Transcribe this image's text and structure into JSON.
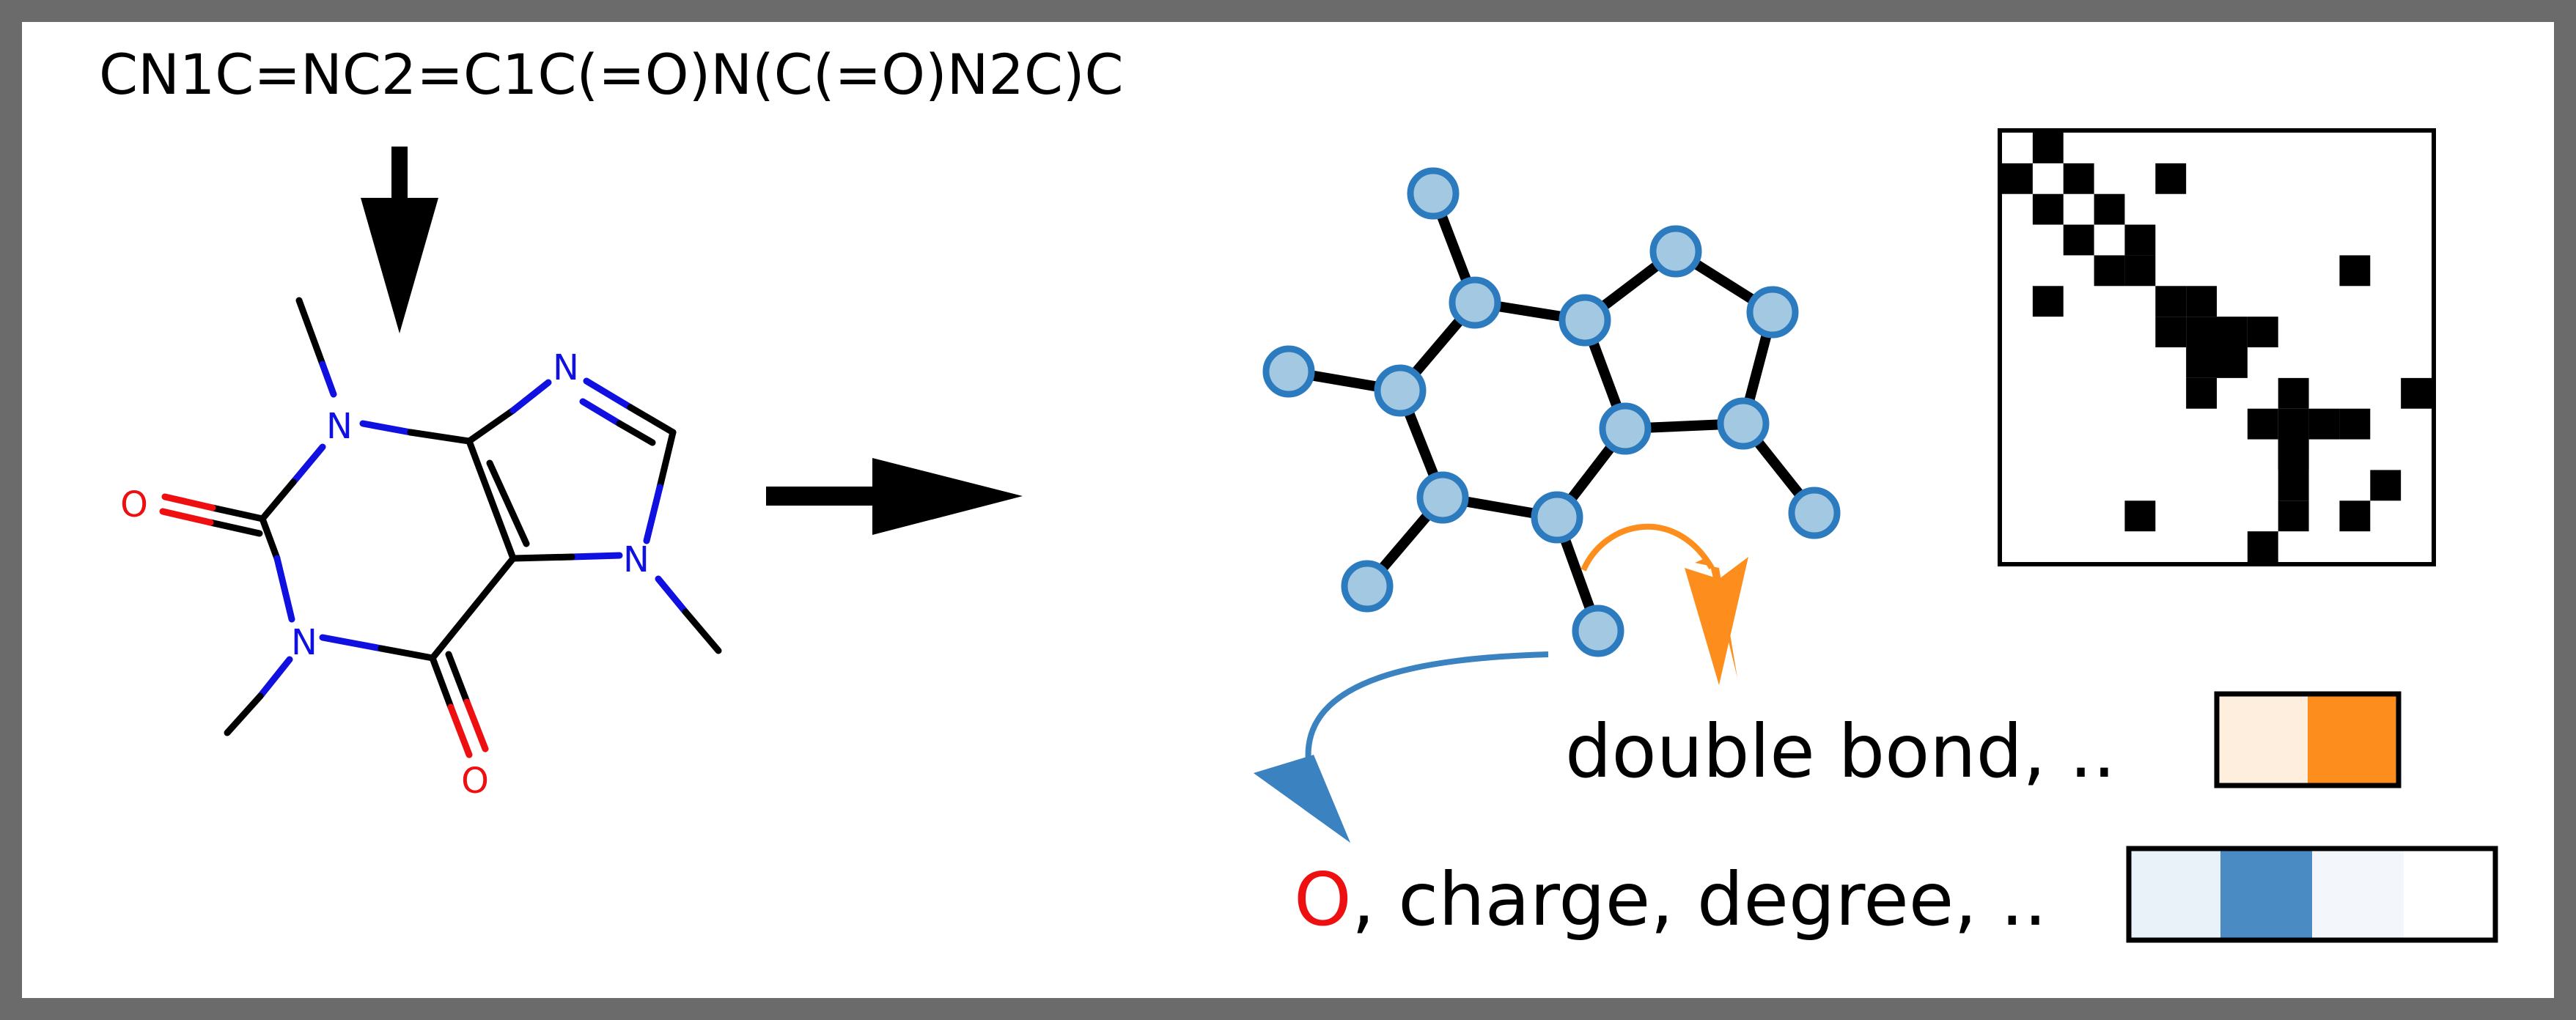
{
  "smiles": "CN1C=NC2=C1C(=O)N(C(=O)N2C)C",
  "molecule_atoms": {
    "n1": "N",
    "n2": "N",
    "n3": "N",
    "n4": "N",
    "o1": "O",
    "o2": "O"
  },
  "edge_feature": {
    "label": "double bond, ..",
    "vector_colors": [
      "#fdeedd",
      "#fd8d1c"
    ]
  },
  "node_feature": {
    "element": "O",
    "label_rest": ", charge, degree, ..",
    "vector_colors": [
      "#e9f1f9",
      "#4a8bc3",
      "#f3f7fc",
      "#ffffff"
    ]
  },
  "colors": {
    "node_fill": "#a3c9e2",
    "node_stroke": "#2d7bbf",
    "orange_arrow": "#fd8d1c",
    "blue_arrow": "#3b82c0",
    "nitrogen": "#1010e0",
    "oxygen": "#ee1010"
  },
  "adjacency_matrix": {
    "size": 14,
    "filled": [
      [
        0,
        1
      ],
      [
        1,
        0
      ],
      [
        1,
        2
      ],
      [
        1,
        5
      ],
      [
        2,
        1
      ],
      [
        2,
        3
      ],
      [
        3,
        2
      ],
      [
        3,
        4
      ],
      [
        4,
        3
      ],
      [
        4,
        4
      ],
      [
        4,
        11
      ],
      [
        5,
        1
      ],
      [
        5,
        5
      ],
      [
        5,
        6
      ],
      [
        6,
        5
      ],
      [
        6,
        6
      ],
      [
        6,
        7
      ],
      [
        6,
        8
      ],
      [
        7,
        6
      ],
      [
        7,
        7
      ],
      [
        8,
        6
      ],
      [
        8,
        9
      ],
      [
        8,
        13
      ],
      [
        9,
        8
      ],
      [
        9,
        9
      ],
      [
        9,
        10
      ],
      [
        9,
        11
      ],
      [
        10,
        9
      ],
      [
        10,
        9
      ],
      [
        11,
        9
      ],
      [
        11,
        12
      ],
      [
        12,
        4
      ],
      [
        12,
        9
      ],
      [
        12,
        11
      ],
      [
        13,
        8
      ]
    ]
  }
}
